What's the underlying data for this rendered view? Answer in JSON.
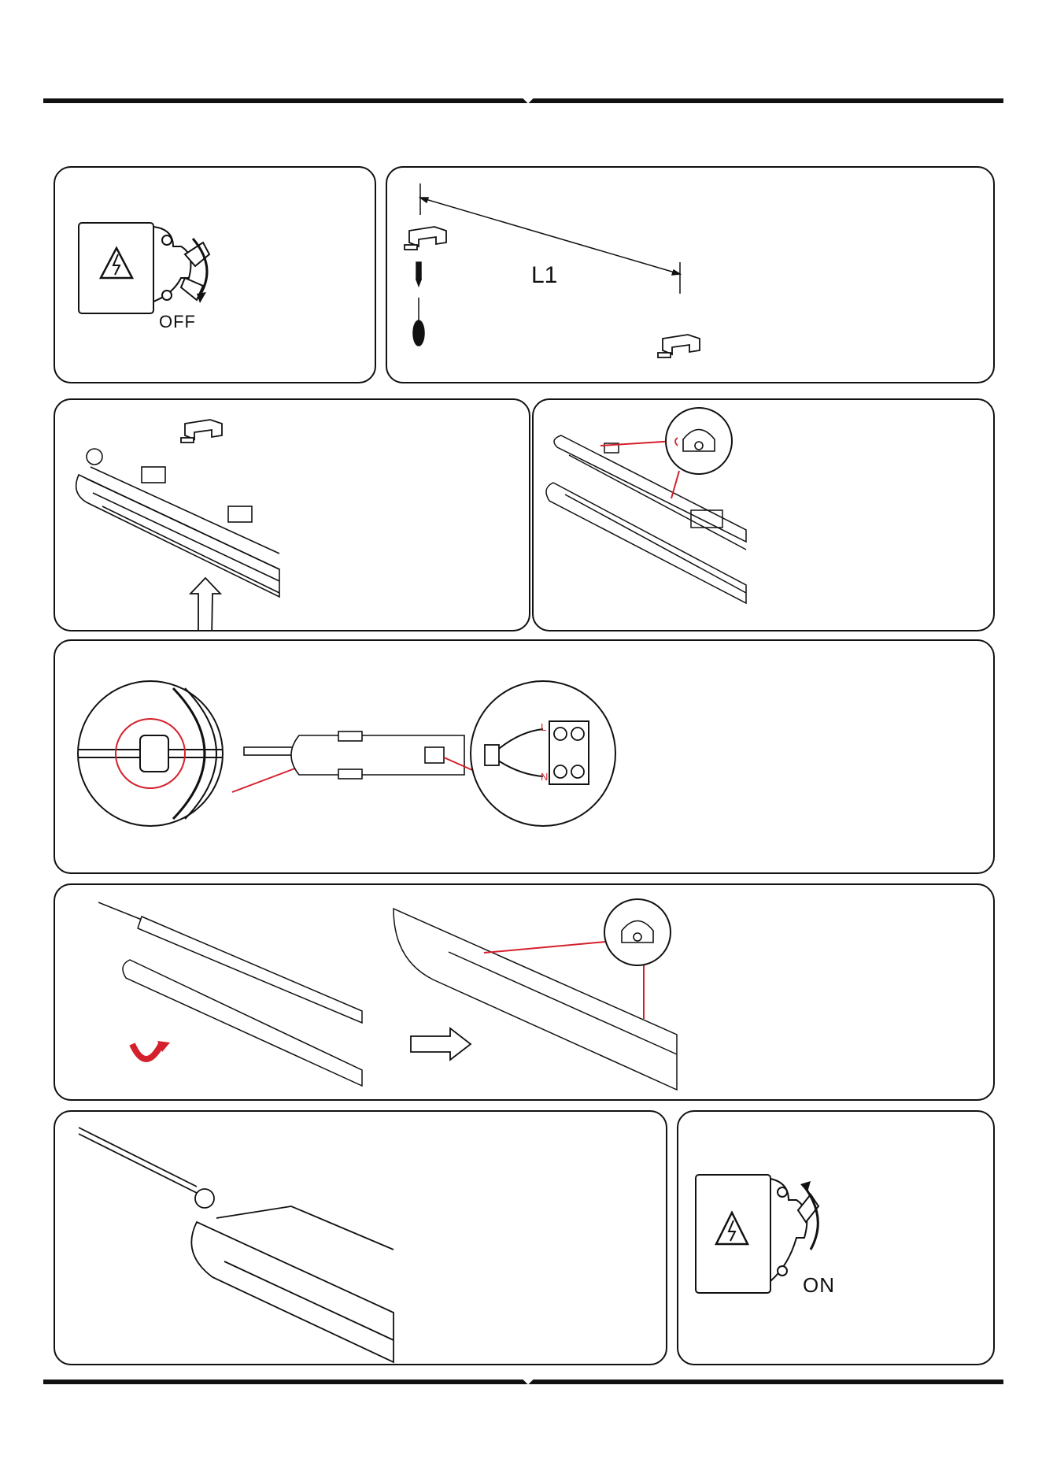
{
  "switch_off": {
    "label": "OFF"
  },
  "mount": {
    "dimension_label": "L1"
  },
  "wiring": {
    "terminal_live": "L",
    "terminal_neutral": "N"
  },
  "switch_on": {
    "label": "ON"
  },
  "colors": {
    "line": "#111111",
    "accent": "#d4202c",
    "background": "#ffffff"
  }
}
